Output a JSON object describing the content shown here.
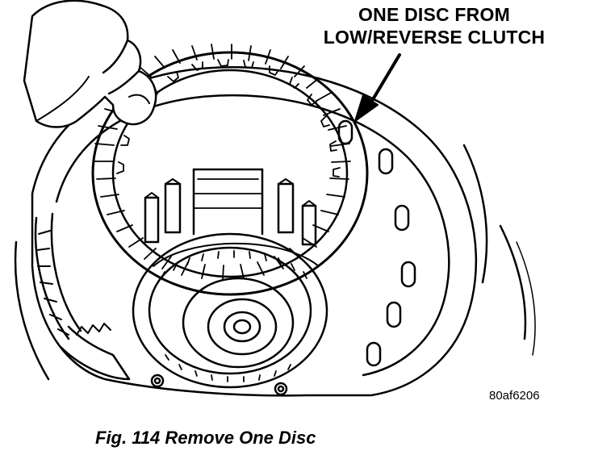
{
  "callout": {
    "line1": "ONE DISC FROM",
    "line2": "LOW/REVERSE CLUTCH"
  },
  "reference_code": "80af6206",
  "caption": "Fig. 114 Remove One Disc",
  "illustration": {
    "subject": "hand lifting a clutch disc out of a transmission case",
    "line_color": "#000000",
    "background_color": "#ffffff"
  }
}
